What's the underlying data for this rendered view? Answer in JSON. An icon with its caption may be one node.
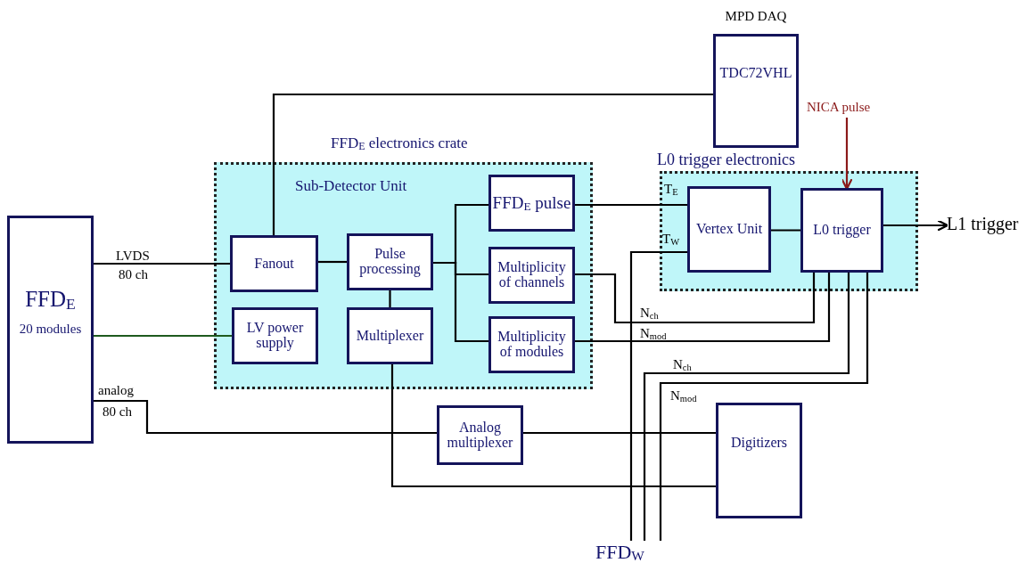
{
  "diagram": {
    "nodes": [
      {
        "text": [
          "FFD$_{E}$ electronics crate",
          "Sub-Detector Unit"
        ]
      },
      {
        "text": [
          "Fanout"
        ],
        "in": 0
      },
      {
        "text": [
          "LV power supply"
        ],
        "in": 0
      },
      {
        "text": [
          "Pulse processing"
        ],
        "in": 0
      },
      {
        "text": [
          "Multiplexer"
        ],
        "in": 0
      },
      {
        "text": [
          "FFD$_{E}$ pulse"
        ],
        "in": 0
      },
      {
        "text": [
          "Multiplicity of channels"
        ],
        "in": 0
      },
      {
        "text": [
          "Multiplicity of modules"
        ],
        "in": 0
      },
      {
        "text": [
          "FFD$_{E}$",
          "20 modules"
        ]
      },
      {
        "text": [
          "MPD DAQ",
          "TDC72VHL"
        ]
      },
      {
        "text": [
          "L0 trigger electronics"
        ]
      },
      {
        "text": [
          "Vertex Unit"
        ],
        "in": 10
      },
      {
        "text": [
          "L0 trigger"
        ],
        "in": 10
      },
      {
        "text": [
          "NICA pulse"
        ]
      },
      {
        "text": [
          "L1 trigger"
        ]
      },
      {
        "text": [
          "Analog multiplexer"
        ]
      },
      {
        "text": [
          "Digitizers"
        ]
      },
      {
        "text": [
          "FFD$_{W}$"
        ]
      }
    ],
    "edges": [
      {
        "from": 8,
        "to": 1,
        "arrow": "none"
      },
      {
        "from": 8,
        "to": 2,
        "arrow": "none",
        "color": "#1e5a1e"
      },
      {
        "from": 1,
        "to": 9,
        "arrow": "none"
      },
      {
        "from": 1,
        "to": 3,
        "arrow": "none"
      },
      {
        "from": 3,
        "to": 4,
        "arrow": "none"
      },
      {
        "from": 3,
        "to": 5,
        "arrow": "none"
      },
      {
        "from": 3,
        "to": 6,
        "arrow": "none"
      },
      {
        "from": 3,
        "to": 7,
        "arrow": "none"
      },
      {
        "from": 5,
        "to": 11,
        "arrow": "none"
      },
      {
        "from": 11,
        "to": 12,
        "arrow": "none"
      },
      {
        "from": 13,
        "to": 12,
        "arrow": "to",
        "color": "#8b1a1a"
      },
      {
        "from": 12,
        "to": 14,
        "arrow": "to"
      },
      {
        "from": 8,
        "to": 15,
        "arrow": "none"
      },
      {
        "from": 15,
        "to": 16,
        "arrow": "none"
      },
      {
        "from": 4,
        "to": 16,
        "arrow": "none"
      },
      {
        "from": 6,
        "to": 12,
        "arrow": "none"
      },
      {
        "from": 7,
        "to": 12,
        "arrow": "none"
      },
      {
        "from": 17,
        "to": 11,
        "arrow": "none"
      },
      {
        "from": 17,
        "to": 12,
        "arrow": "none"
      },
      {
        "from": 17,
        "to": 12,
        "arrow": "none"
      }
    ],
    "labels": [
      "LVDS",
      "80 ch",
      "analog",
      "80 ch",
      "T$_{E}$",
      "T$_{W}$",
      "N$_{ch}$",
      "N$_{mod}$",
      "N$_{ch}$",
      "N$_{mod}$"
    ]
  }
}
